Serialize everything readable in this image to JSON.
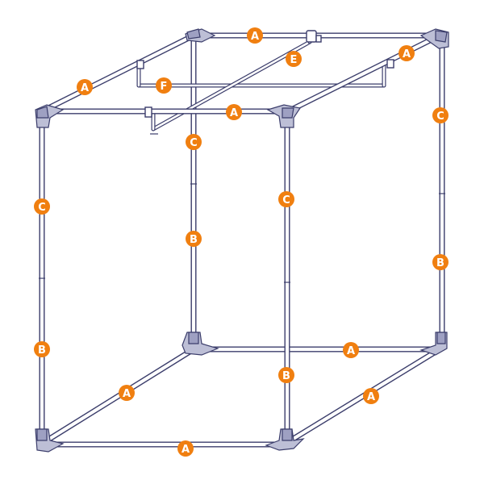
{
  "diagram": {
    "colors": {
      "frame": "#3b3d6b",
      "joint": "#bdbfd6",
      "badge": "#f07f10",
      "badge_text": "#ffffff"
    },
    "labels": {
      "top_back": "A",
      "top_right": "A",
      "top_left": "A",
      "top_front": "A",
      "crossbar_diag": "E",
      "crossbar_inner": "F",
      "mid_back_upper": "C",
      "mid_back_lower": "B",
      "front_left_upper": "C",
      "front_left_lower": "B",
      "front_right_upper": "C",
      "front_right_lower": "B",
      "back_right_upper": "C",
      "back_right_lower": "B",
      "bottom_back": "A",
      "bottom_left": "A",
      "bottom_right": "A",
      "bottom_front": "A"
    }
  }
}
